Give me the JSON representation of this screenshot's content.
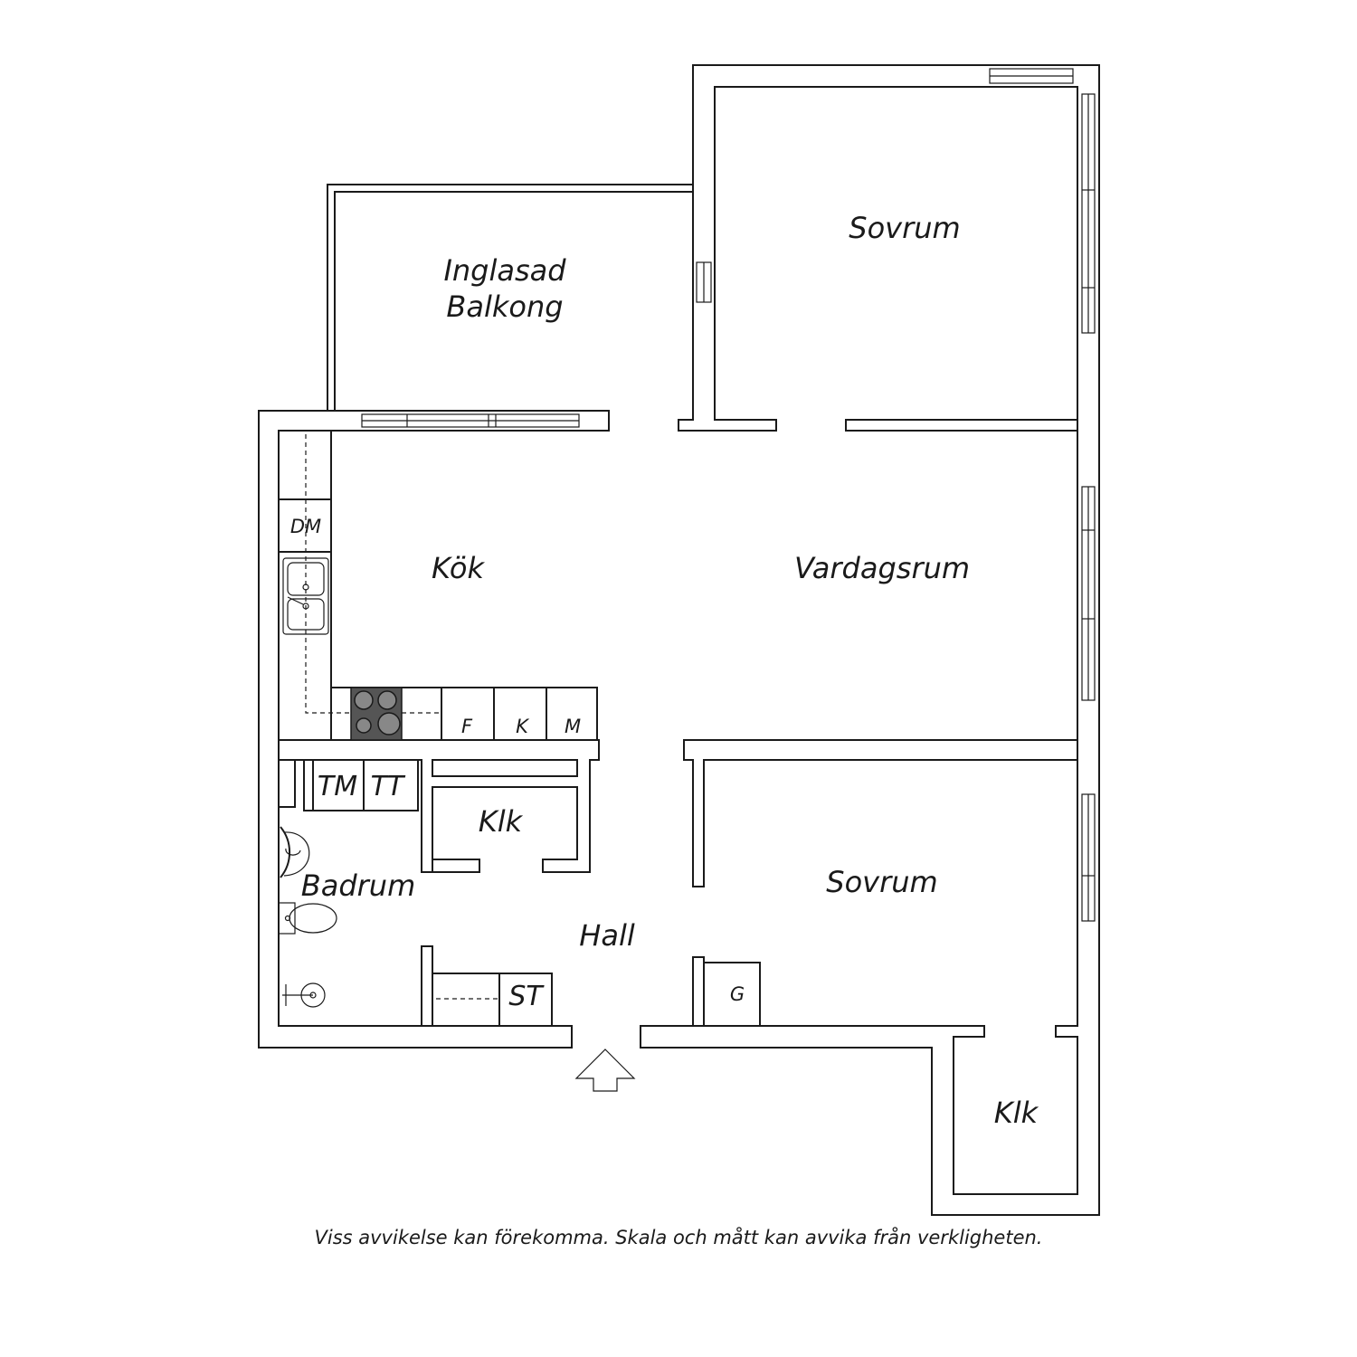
{
  "rooms": {
    "balcony_line1": "Inglasad",
    "balcony_line2": "Balkong",
    "bedroom_top": "Sovrum",
    "kitchen": "Kök",
    "living_room": "Vardagsrum",
    "closet_center": "Klk",
    "bathroom": "Badrum",
    "hall": "Hall",
    "bedroom_bottom": "Sovrum",
    "closet_corner": "Klk"
  },
  "fixtures": {
    "dishwasher": "DM",
    "fridge": "F",
    "freezer": "K",
    "microwave": "M",
    "washing_machine": "TM",
    "tumble_dryer": "TT",
    "storage": "ST",
    "wardrobe": "G"
  },
  "icons": [
    "sink-icon",
    "stove-icon",
    "washbasin-icon",
    "toilet-icon",
    "shower-icon",
    "entrance-arrow-icon"
  ],
  "footer": {
    "disclaimer": "Viss avvikelse kan förekomma. Skala och mått kan avvika från verkligheten."
  }
}
